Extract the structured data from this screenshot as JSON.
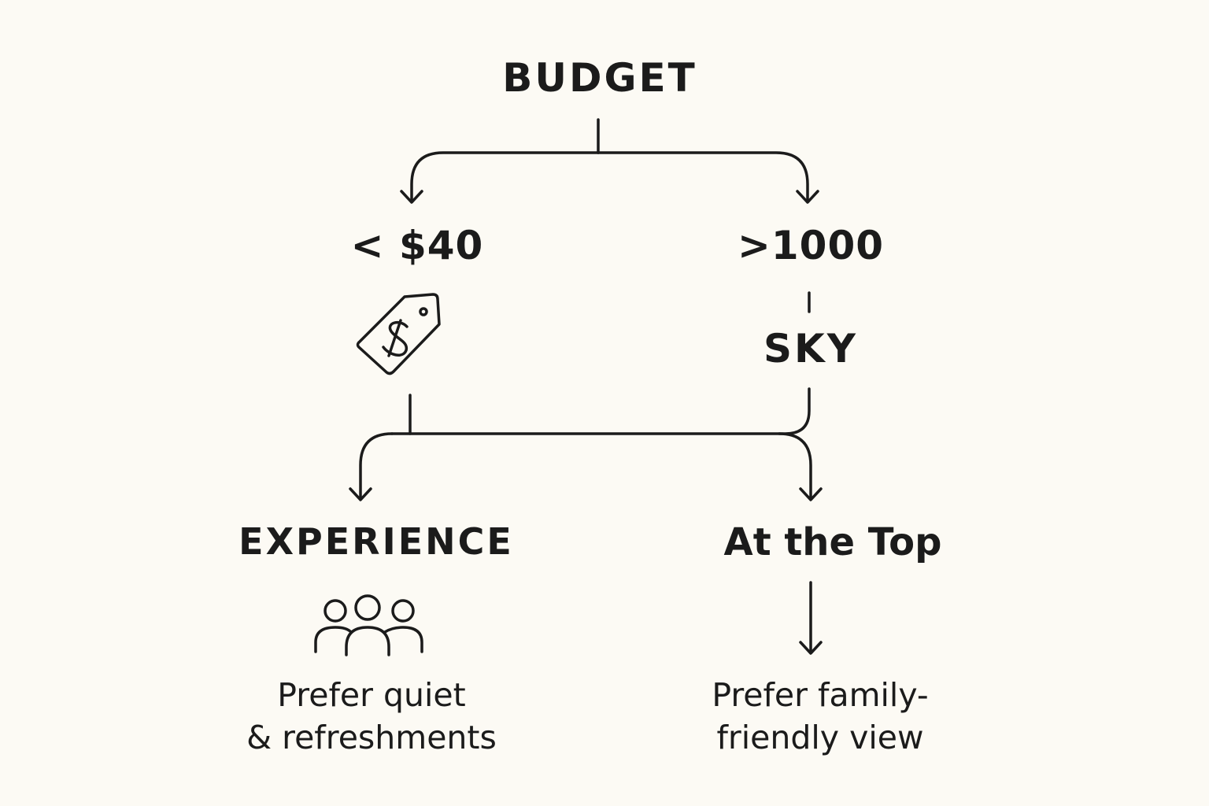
{
  "diagram": {
    "root": {
      "label": "BUDGET"
    },
    "branches": {
      "low": {
        "label": "< $40",
        "icon": "price-tag-icon"
      },
      "high": {
        "label": ">1000",
        "sublabel": "SKY"
      }
    },
    "outcomes": {
      "experience": {
        "label": "EXPERIENCE",
        "icon": "group-people-icon",
        "description_lines": [
          "Prefer quiet",
          "& refreshments"
        ]
      },
      "top": {
        "label": "At the Top",
        "description_lines": [
          "Prefer family-",
          "friendly view"
        ]
      }
    }
  },
  "colors": {
    "background": "#fcfaf4",
    "ink": "#1b1b1b"
  }
}
